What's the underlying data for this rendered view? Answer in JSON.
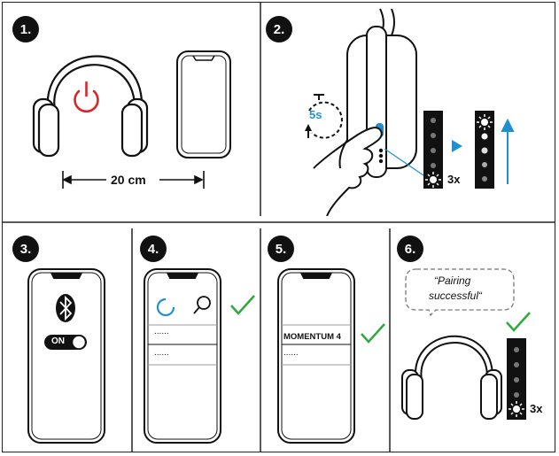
{
  "steps": [
    {
      "number": "1."
    },
    {
      "number": "2."
    },
    {
      "number": "3."
    },
    {
      "number": "4."
    },
    {
      "number": "5."
    },
    {
      "number": "6."
    }
  ],
  "step1": {
    "distance_label": "20 cm"
  },
  "step2": {
    "hold_time_label": "5s",
    "repeat_label": "3x"
  },
  "step3": {
    "toggle_label": "ON"
  },
  "step4": {
    "list_item_1": "......",
    "list_item_2": "......"
  },
  "step5": {
    "device_name": "MOMENTUM 4",
    "list_item": "......"
  },
  "step6": {
    "speech_line_1": "“Pairing",
    "speech_line_2": "successful“",
    "repeat_label": "3x"
  },
  "colors": {
    "power_red": "#d62828",
    "accent_blue": "#1e90d0",
    "check_green": "#2eaa3c",
    "ink": "#111111"
  }
}
